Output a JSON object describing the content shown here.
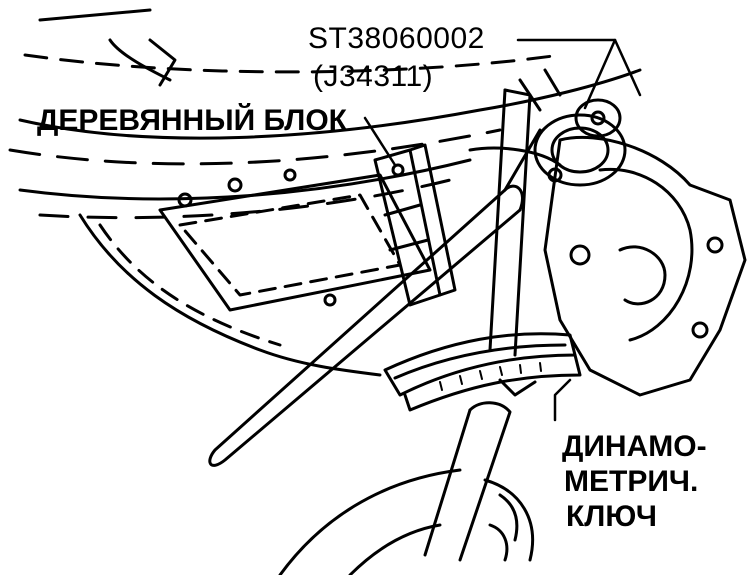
{
  "labels": {
    "tool_number": "ST38060002",
    "tool_alt_number": "(J34311)",
    "wood_block": "ДЕРЕВЯННЫЙ БЛОК",
    "torque_wrench_line1": "ДИНАМО-",
    "torque_wrench_line2": "МЕТРИЧ.",
    "torque_wrench_line3": "КЛЮЧ"
  },
  "colors": {
    "ink": "#000000",
    "paper": "#ffffff"
  }
}
